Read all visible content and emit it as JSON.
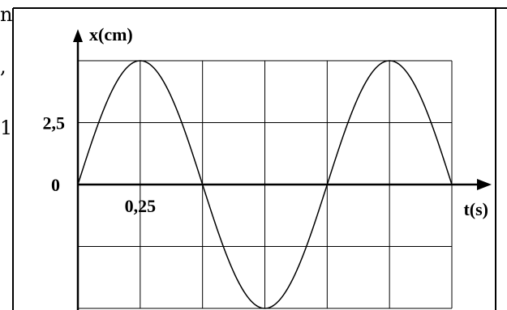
{
  "chart_data": {
    "type": "line",
    "ylabel": "x(cm)",
    "xlabel": "t(s)",
    "x_tick_labels": [
      "0,25"
    ],
    "y_tick_labels": [
      "2,5",
      "0"
    ],
    "grid": true,
    "x_grid_step": 0.25,
    "y_grid_step": 2.5,
    "xlim": [
      0,
      1.5
    ],
    "ylim": [
      -5,
      5
    ],
    "series": [
      {
        "x": [
          0,
          0.125,
          0.25,
          0.375,
          0.5,
          0.625,
          0.75,
          0.875,
          1.0,
          1.125,
          1.25,
          1.375,
          1.5
        ],
        "y": [
          0,
          3.54,
          5,
          3.54,
          0,
          -3.54,
          -5,
          -3.54,
          0,
          3.54,
          5,
          3.54,
          0
        ]
      }
    ]
  },
  "colors": {
    "line": "#000000",
    "grid": "#000000",
    "frame": "#000000"
  },
  "edge_fragments": [
    "n",
    ",",
    "1"
  ]
}
